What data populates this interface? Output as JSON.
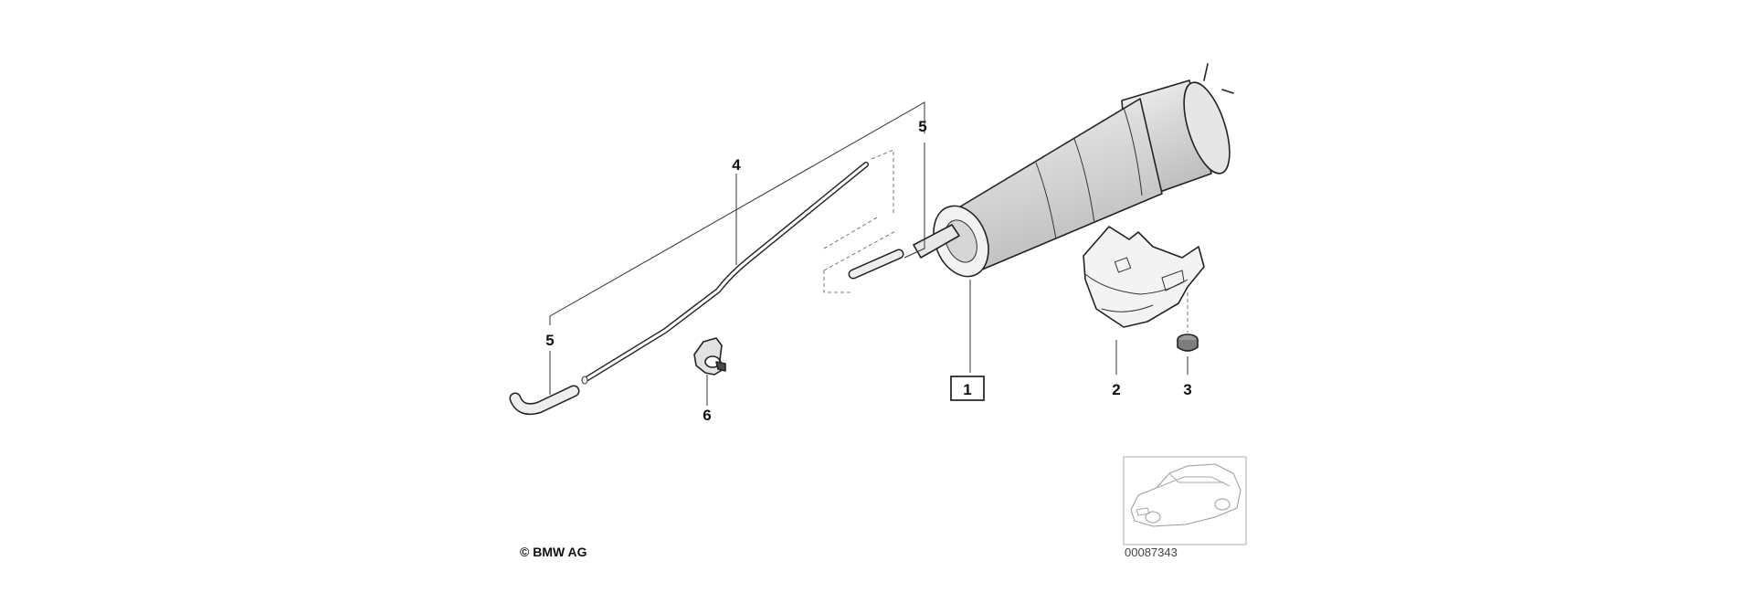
{
  "callouts": {
    "part_1": "1",
    "part_2": "2",
    "part_3": "3",
    "part_4": "4",
    "part_5_upper": "5",
    "part_5_lower": "5",
    "part_6": "6"
  },
  "copyright": "© BMW AG",
  "image_number": "00087343",
  "icons": {
    "car_thumbnail": "car-thumbnail-icon"
  },
  "colors": {
    "background": "#ffffff",
    "line": "#222222",
    "filter_shade": "#dedede",
    "thumbnail_border": "#bbbbbb"
  }
}
